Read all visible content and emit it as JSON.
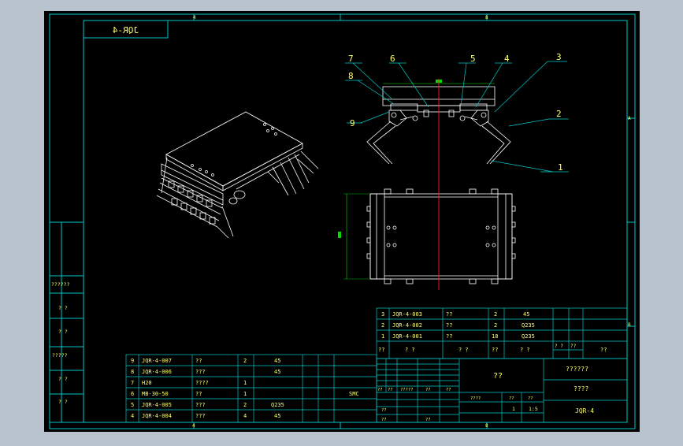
{
  "colors": {
    "background": "#000000",
    "frame": "#00c8c8",
    "drawing": "#ffffff",
    "text": "#ffff66",
    "centerline": "#ff2020",
    "dimension": "#00e000",
    "canvas_border": "#b9c3cd"
  },
  "drawing_no_label": "JQR-4",
  "zone_marks": {
    "top": [
      "4",
      "8"
    ],
    "bottom": [
      "4",
      "8"
    ],
    "right": [
      "A",
      "B"
    ]
  },
  "balloons": [
    "1",
    "2",
    "3",
    "4",
    "5",
    "6",
    "7",
    "8",
    "9"
  ],
  "left_block_labels": [
    "??????",
    "? ?",
    "? ?",
    "?????",
    "? ?",
    "? ?"
  ],
  "upper_bom": [
    {
      "no": "3",
      "code": "JQR-4-003",
      "name": "??",
      "qty": "2",
      "material": "45"
    },
    {
      "no": "2",
      "code": "JQR-4-002",
      "name": "??",
      "qty": "2",
      "material": "Q235"
    },
    {
      "no": "1",
      "code": "JQR-4-001",
      "name": "??",
      "qty": "18",
      "material": "Q235"
    }
  ],
  "upper_bom_header": [
    "??",
    "? ?",
    "? ?",
    "??",
    "? ?",
    "??"
  ],
  "upper_bom_header_small": [
    "? ?",
    "??",
    "? ?"
  ],
  "lower_bom": [
    {
      "no": "9",
      "code": "JQR-4-007",
      "name": "??",
      "qty": "2",
      "material": "45"
    },
    {
      "no": "8",
      "code": "JQR-4-006",
      "name": "???",
      "qty": "",
      "material": "45"
    },
    {
      "no": "7",
      "code": "H20",
      "name": "????",
      "qty": "1",
      "material": ""
    },
    {
      "no": "6",
      "code": "MB-30-50",
      "name": "??",
      "qty": "1",
      "material": ""
    },
    {
      "no": "5",
      "code": "JQR-4-005",
      "name": "???",
      "qty": "2",
      "material": "Q235"
    },
    {
      "no": "4",
      "code": "JQR-4-004",
      "name": "???",
      "qty": "4",
      "material": "45"
    }
  ],
  "lower_bom_note": "SMC",
  "title_block": {
    "part_name": "??",
    "company": "??????",
    "drawing_title": "????",
    "drawing_no": "JQR-4",
    "sign_labels": [
      "??",
      "??",
      "?????",
      "??",
      "??"
    ],
    "sign_labels_2": [
      "??",
      "??",
      "??"
    ],
    "scale_labels": [
      "????",
      "??",
      "??"
    ],
    "scale_values": [
      "1",
      "1:5"
    ]
  }
}
